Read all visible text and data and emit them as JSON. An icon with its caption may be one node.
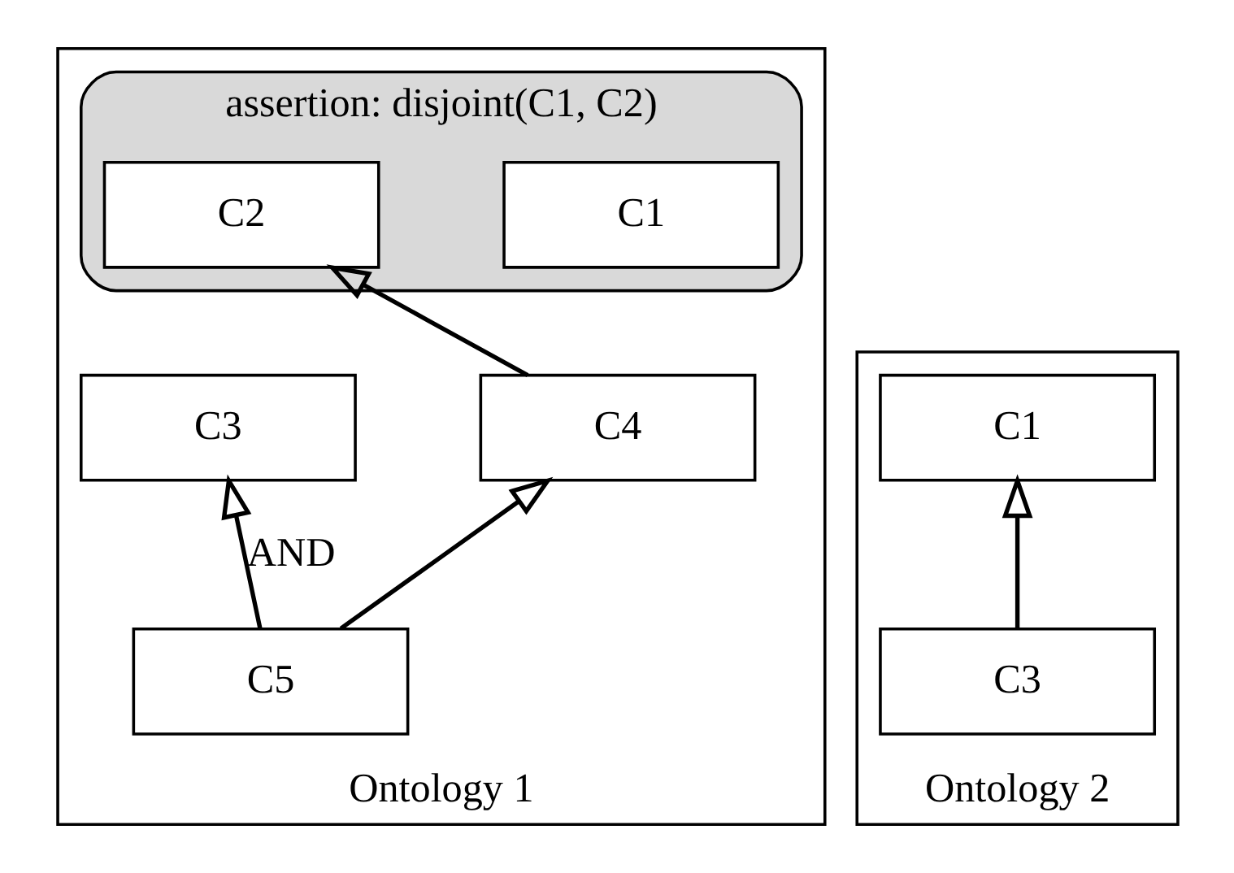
{
  "diagram": {
    "nodes": [
      {
        "text": [
          "Ontology 1"
        ]
      },
      {
        "text": [
          "assertion: disjoint(C1, C2)"
        ],
        "in": 0
      },
      {
        "text": [
          "C1"
        ],
        "in": 1
      },
      {
        "text": [
          "C2"
        ],
        "in": 1
      },
      {
        "text": [
          "C3"
        ],
        "in": 0
      },
      {
        "text": [
          "C4"
        ],
        "in": 0
      },
      {
        "text": [
          "C5"
        ],
        "in": 0
      },
      {
        "text": [
          "Ontology 2"
        ]
      },
      {
        "text": [
          "C1"
        ],
        "in": 7
      },
      {
        "text": [
          "C3"
        ],
        "in": 7
      }
    ],
    "edges": [
      {
        "from": 5,
        "to": 3,
        "arrow": "to"
      },
      {
        "from": 6,
        "to": 4,
        "arrow": "to",
        "label": "AND"
      },
      {
        "from": 6,
        "to": 5,
        "arrow": "to"
      },
      {
        "from": 9,
        "to": 8,
        "arrow": "to"
      }
    ]
  }
}
